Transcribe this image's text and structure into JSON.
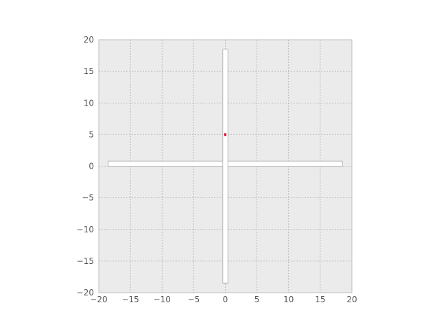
{
  "chart_data": {
    "type": "scatter",
    "title": "",
    "xlabel": "",
    "ylabel": "",
    "xlim": [
      -20,
      20
    ],
    "ylim": [
      -20,
      20
    ],
    "xticks": [
      -20,
      -15,
      -10,
      -5,
      0,
      5,
      10,
      15,
      20
    ],
    "yticks": [
      -20,
      -15,
      -10,
      -5,
      0,
      5,
      10,
      15,
      20
    ],
    "xtick_labels": [
      "−20",
      "−15",
      "−10",
      "−5",
      "0",
      "5",
      "10",
      "15",
      "20"
    ],
    "ytick_labels": [
      "−20",
      "−15",
      "−10",
      "−5",
      "0",
      "5",
      "10",
      "15",
      "20"
    ],
    "grid": true,
    "legend": false,
    "shapes": [
      {
        "kind": "rectangle",
        "x_range": [
          -18.5,
          18.5
        ],
        "y_range": [
          0.0,
          0.8
        ]
      },
      {
        "kind": "rectangle",
        "x_range": [
          -0.4,
          0.4
        ],
        "y_range": [
          -18.5,
          18.5
        ]
      }
    ],
    "points": [
      {
        "x": 0,
        "y": 5
      }
    ],
    "colors": {
      "background": "#ebebeb",
      "grid": "#b0b0b0",
      "axes_edge": "#bcbcbc",
      "shape_fill": "#ffffff",
      "shape_edge": "#aaaaaa",
      "point": "#e3001b"
    }
  }
}
